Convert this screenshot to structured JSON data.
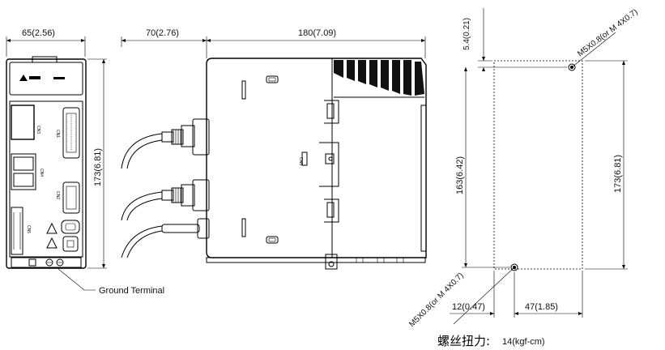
{
  "dimensions": {
    "front_width": "65(2.56)",
    "cable_depth": "70(2.76)",
    "body_depth": "180(7.09)",
    "front_height": "173(6.81)",
    "top_offset": "5.4(0.21)",
    "mount_height": "163(6.42)",
    "mount_total_height": "173(6.81)",
    "bottom_left": "12(0.47)",
    "bottom_right": "47(1.85)"
  },
  "labels": {
    "ground_terminal": "Ground Terminal",
    "screw_top": "M5X0.8(or M 4X0.7)",
    "screw_bottom": "M5X0.8(or M 4X0.7)",
    "torque_label": "螺丝扭力:",
    "torque_value": "14(kgf-cm)",
    "cn3": "CN3",
    "cn1": "CN1",
    "cn2": "CN2",
    "cn4": "CN4",
    "cn5": "CN5",
    "side_tag": "CN6"
  },
  "icons": {
    "brand": "delta-logo-icon",
    "warning": "warning-triangle-icon",
    "ground": "ground-screw-icon",
    "mount_hole": "mounting-hole-icon"
  }
}
